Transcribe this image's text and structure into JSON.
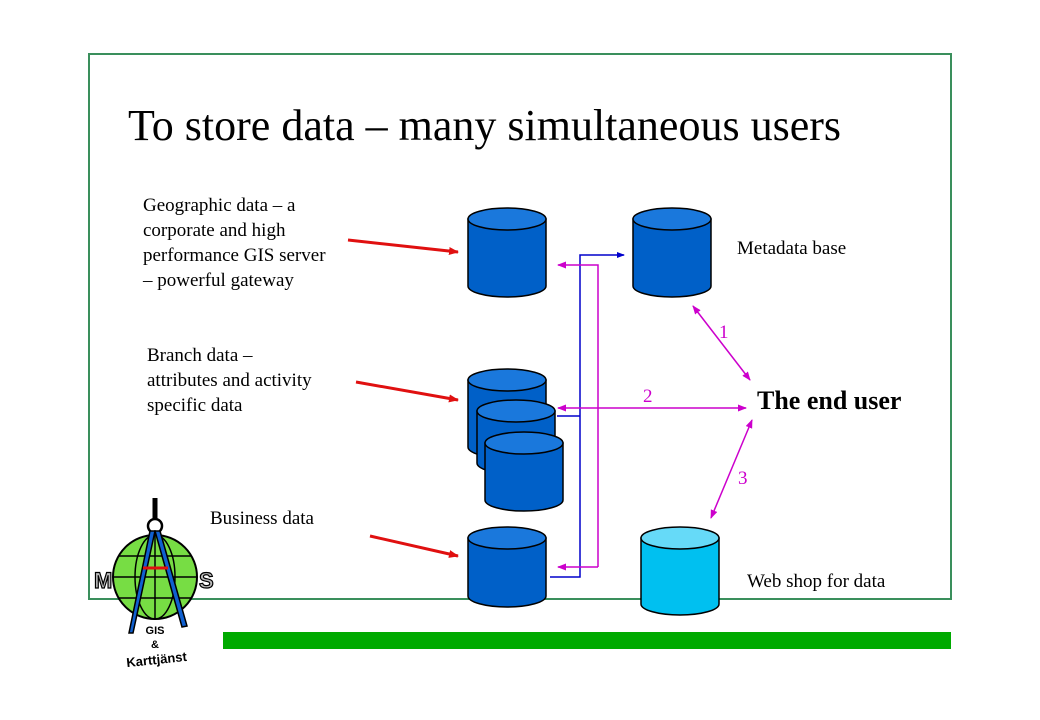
{
  "title": "To store data – many simultaneous users",
  "labels": {
    "geographic": [
      "Geographic data – a",
      "corporate and high",
      "performance GIS server",
      "– powerful gateway"
    ],
    "branch": [
      "Branch data –",
      "attributes and activity",
      "specific data"
    ],
    "business": "Business data",
    "metadata": "Metadata base",
    "webshop": "Web shop for data",
    "end_user": "The end user"
  },
  "connection_numbers": [
    "1",
    "2",
    "3"
  ],
  "logo": {
    "left_letter": "M",
    "right_letter": "S",
    "text_line1": "GIS",
    "text_line2": "&",
    "text_line3": "Karttjänst"
  },
  "colors": {
    "frame": "#3a8f5c",
    "db_blue": "#0060c8",
    "db_light": "#40c8f0",
    "red_arrow": "#e01010",
    "magenta": "#cc00cc",
    "navy": "#0000cc",
    "green_bar": "#00aa00"
  }
}
